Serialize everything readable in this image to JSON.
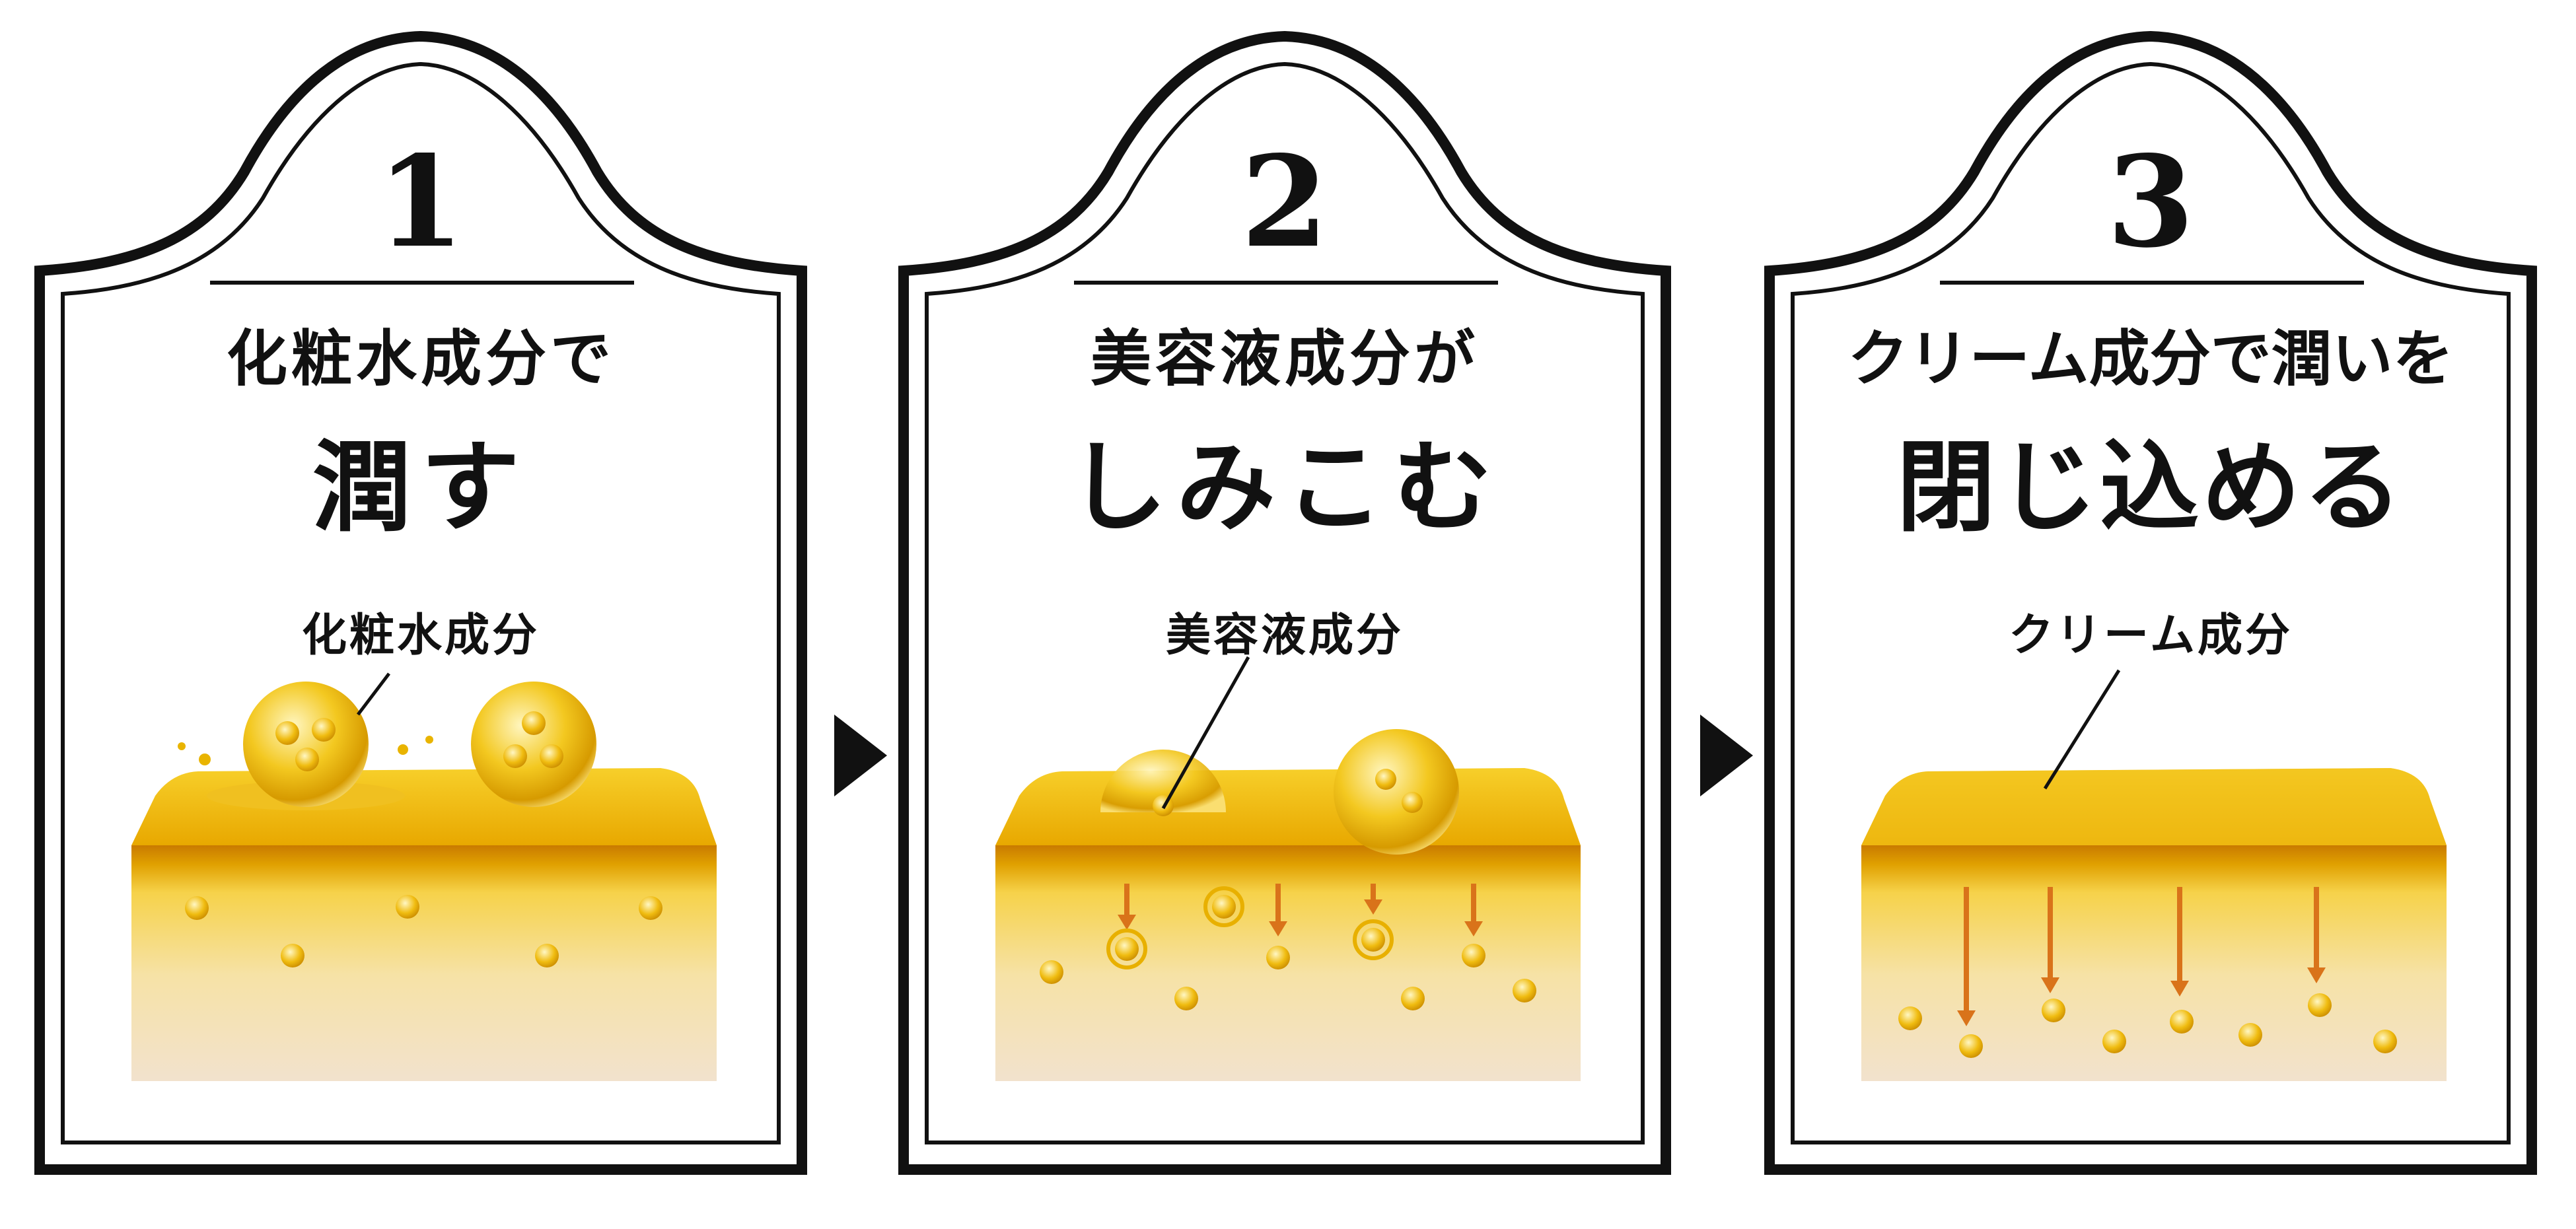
{
  "colors": {
    "frame": "#111111",
    "gel": "#e8b200",
    "skin_top": "#f5c400",
    "skin_band": "#d98a00",
    "skin_bottom": "#f3e4cc",
    "arrow": "#d9731a"
  },
  "panels": [
    {
      "number": "1",
      "title_line1": "化粧水成分で",
      "title_line2": "潤す",
      "label": "化粧水成分"
    },
    {
      "number": "2",
      "title_line1": "美容液成分が",
      "title_line2": "しみこむ",
      "label": "美容液成分"
    },
    {
      "number": "3",
      "title_line1": "クリーム成分で潤いを",
      "title_line2": "閉じ込める",
      "label": "クリーム成分"
    }
  ],
  "step_arrows": [
    "next-step-arrow",
    "next-step-arrow"
  ]
}
